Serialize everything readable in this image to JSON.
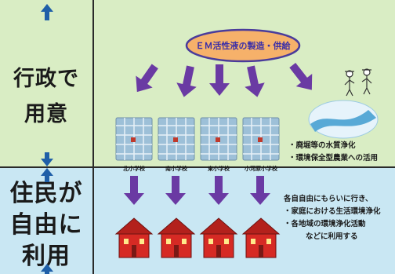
{
  "side_labels": {
    "top": [
      "行政で",
      "用意"
    ],
    "bottom": [
      "住民が",
      "自由に",
      "利用"
    ]
  },
  "center_ellipse": {
    "text": "ＥＭ活性液の製造・供給",
    "fill": "#f6b16a",
    "stroke": "#4a3c9b",
    "text_color": "#3b2fa8"
  },
  "schools": [
    "北小学校",
    "南小学校",
    "東小学校",
    "小河原小学校"
  ],
  "top_notes": [
    "・廃堀等の水質浄化",
    "・環境保全型農業への活用"
  ],
  "bottom_notes": [
    "各自自由にもらいに行き、",
    "・家庭における生活環境浄化",
    "・各地域の環境浄化活動",
    "などに利用する"
  ],
  "colors": {
    "top_band": "#d9edc4",
    "bottom_band": "#c9e7f3",
    "arrow": "#6a3aa3",
    "house": "#d62a24",
    "tank": "#9dc0d8",
    "water": "#58a9d6"
  },
  "icons": [
    "tank-icon",
    "farmer-icon",
    "waterway-icon",
    "house-icon",
    "arrow-icon"
  ]
}
